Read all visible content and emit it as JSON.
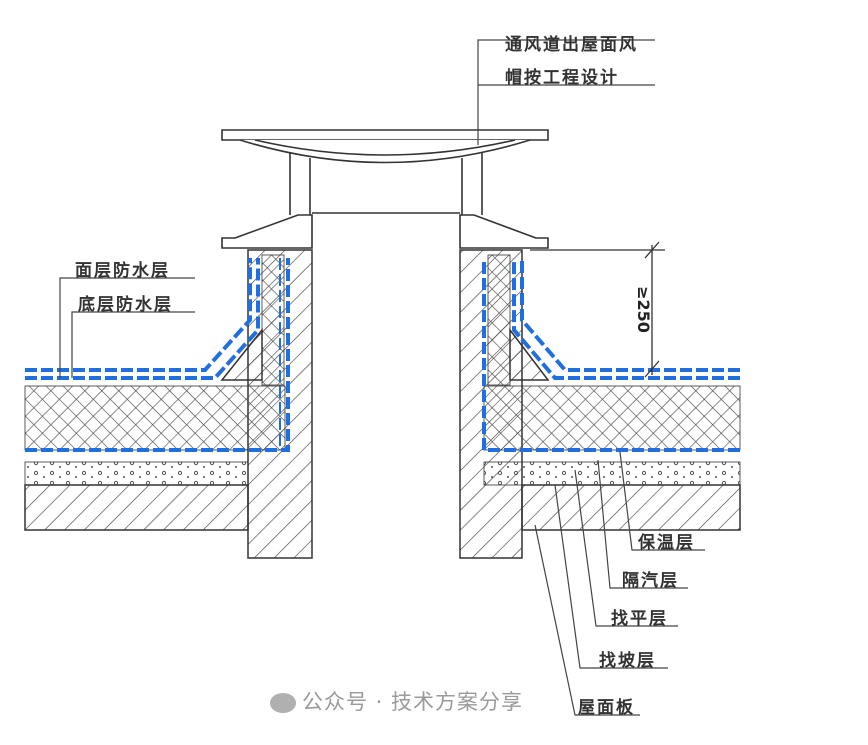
{
  "labels": {
    "vent_note_line1": "通风道出屋面风",
    "vent_note_line2": "帽按工程设计",
    "top_waterproof": "面层防水层",
    "bottom_waterproof": "底层防水层",
    "insulation": "保温层",
    "vapor_barrier": "隔汽层",
    "leveling": "找平层",
    "slope": "找坡层",
    "roof_slab": "屋面板"
  },
  "dimension": "≥250",
  "watermark": "公众号 · 技术方案分享",
  "colors": {
    "waterproof": "#1f6fe0",
    "line": "#333333"
  }
}
